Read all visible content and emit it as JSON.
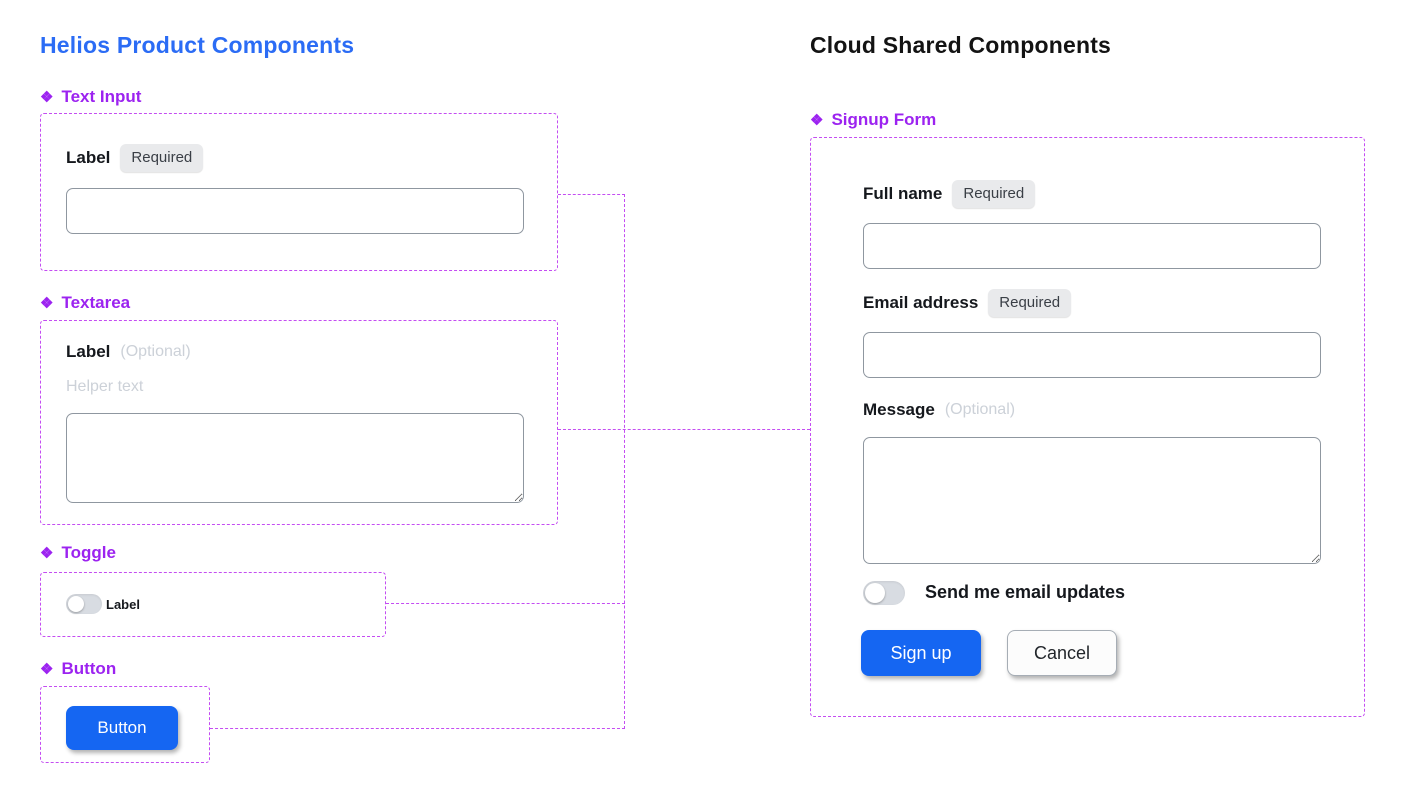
{
  "page": {
    "left_title": "Helios Product Components",
    "right_title": "Cloud Shared Components"
  },
  "colors": {
    "left_title_blue": "#2B6CF5",
    "right_title_black": "#131313",
    "component_purple": "#9C23F0",
    "connector_purple": "#C44DF2",
    "primary_button_blue": "#1566F2",
    "badge_background": "#E9EAEC",
    "muted_text_gray": "#CCD1D8",
    "input_border_gray": "#8F97A0",
    "toggle_track_gray": "#D8DCE2"
  },
  "components": {
    "text_input": {
      "marker": "❖",
      "title": "Text Input",
      "field_label": "Label",
      "badge": "Required",
      "input_value": ""
    },
    "textarea": {
      "marker": "❖",
      "title": "Textarea",
      "field_label": "Label",
      "optional_tag": "(Optional)",
      "helper_text": "Helper text",
      "textarea_value": ""
    },
    "toggle": {
      "marker": "❖",
      "title": "Toggle",
      "toggle_label": "Label",
      "state": "off"
    },
    "button": {
      "marker": "❖",
      "title": "Button",
      "button_label": "Button"
    }
  },
  "signup_form": {
    "marker": "❖",
    "title": "Signup Form",
    "full_name": {
      "label": "Full name",
      "badge": "Required",
      "value": ""
    },
    "email": {
      "label": "Email address",
      "badge": "Required",
      "value": ""
    },
    "message": {
      "label": "Message",
      "optional_tag": "(Optional)",
      "value": ""
    },
    "email_updates_toggle_label": "Send me email updates",
    "email_updates_toggle_state": "off",
    "signup_button_label": "Sign up",
    "cancel_button_label": "Cancel"
  }
}
